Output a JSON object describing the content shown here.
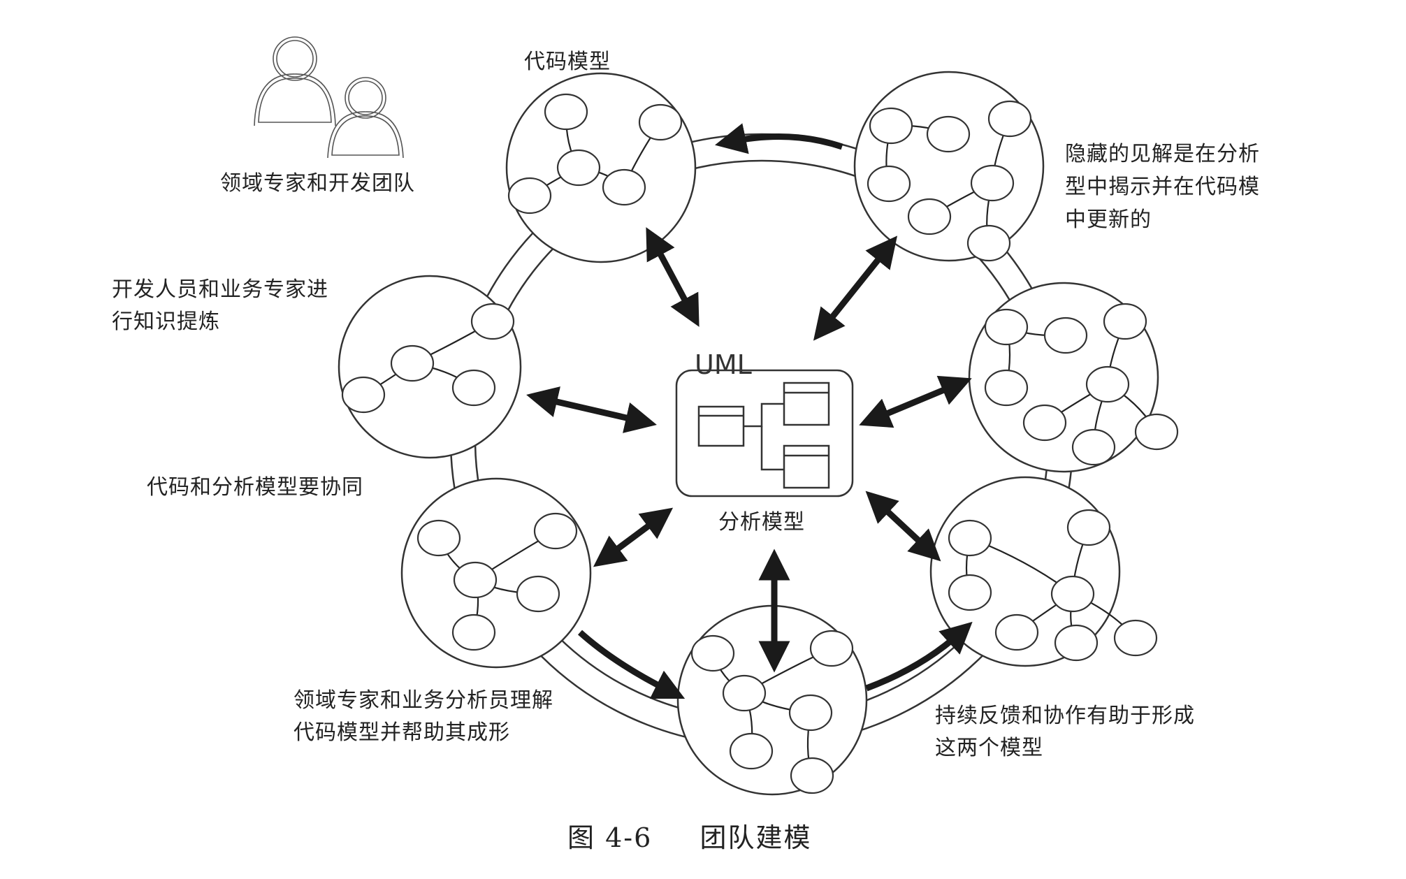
{
  "labels": {
    "code_model": "代码模型",
    "experts_team": "领域专家和开发团队",
    "hidden_insight": [
      "隐藏的见解是在分析",
      "型中揭示并在代码模",
      "中更新的"
    ],
    "knowledge_crunch": [
      "开发人员和业务专家进",
      "行知识提炼"
    ],
    "sync": "代码和分析模型要协同",
    "analysts": [
      "领域专家和业务分析员理解",
      "代码模型并帮助其成形"
    ],
    "feedback": [
      "持续反馈和协作有助于形成",
      "这两个模型"
    ],
    "center_title": "UML",
    "center_label": "分析模型"
  },
  "caption": {
    "number": "图 4-6",
    "title": "团队建模"
  },
  "icons": [
    "people-icon",
    "uml-class-diagram-icon"
  ]
}
